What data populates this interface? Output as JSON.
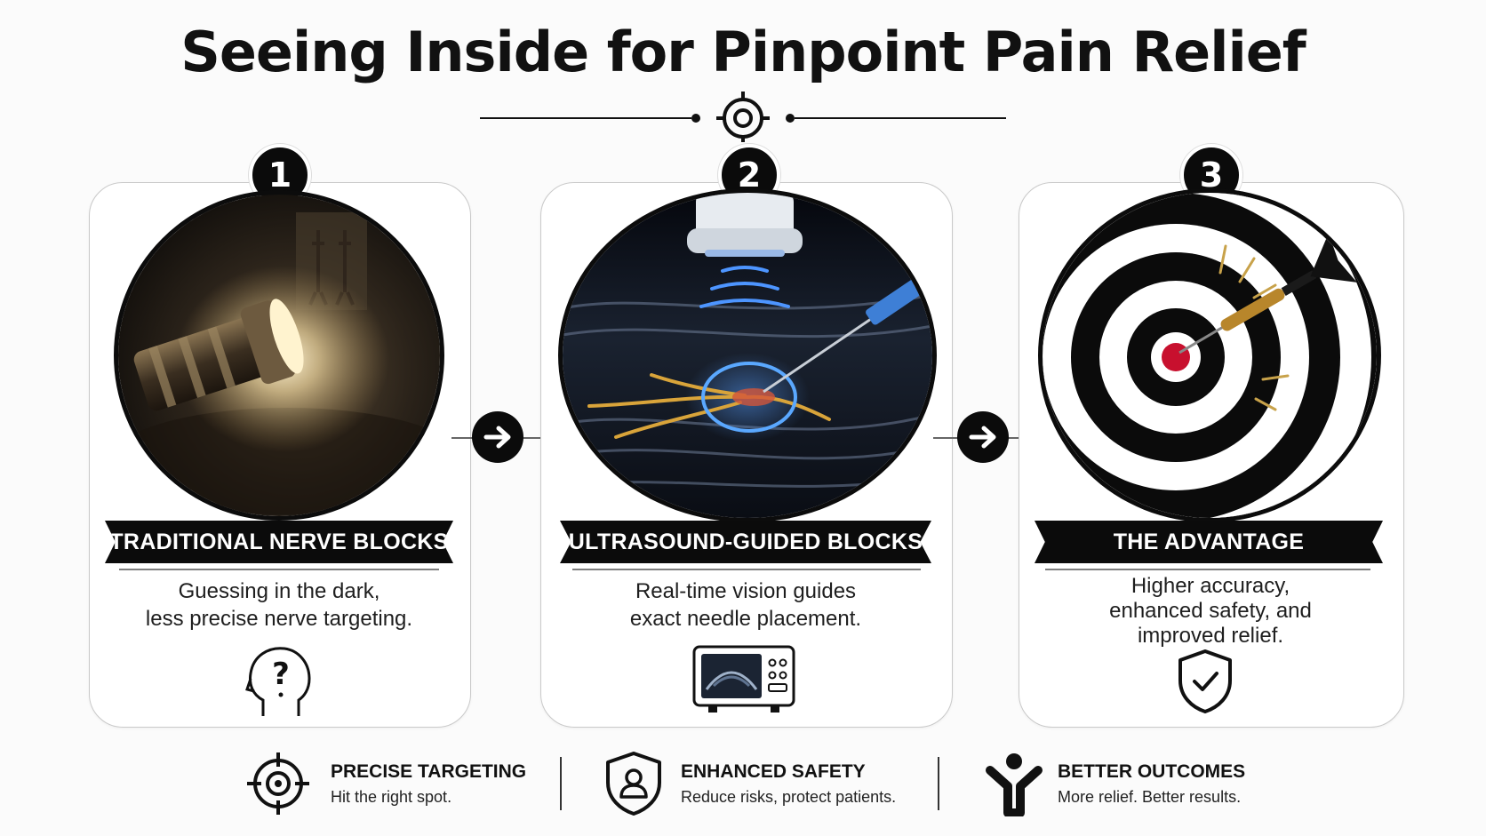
{
  "title": "Seeing Inside for Pinpoint Pain Relief",
  "icons": {
    "title_ornament": "crosshair-target-icon",
    "step1": "head-question-icon",
    "step2": "ultrasound-monitor-icon",
    "step3": "shield-check-icon",
    "connector": "arrow-right-icon"
  },
  "steps": [
    {
      "number": "1",
      "heading": "TRADITIONAL NERVE BLOCKS",
      "description_lines": [
        "Guessing in the dark,",
        "less precise nerve targeting."
      ],
      "illustration": "flashlight-in-dark-room"
    },
    {
      "number": "2",
      "heading": "ULTRASOUND-GUIDED BLOCKS",
      "description_lines": [
        "Real-time vision guides",
        "exact needle placement."
      ],
      "illustration": "ultrasound-probe-nerve-needle"
    },
    {
      "number": "3",
      "heading": "THE ADVANTAGE",
      "description_lines": [
        "Higher accuracy,",
        "enhanced safety, and",
        "improved relief."
      ],
      "illustration": "dart-bullseye"
    }
  ],
  "features": [
    {
      "title": "PRECISE TARGETING",
      "subtitle": "Hit the right spot.",
      "icon": "crosshair-icon"
    },
    {
      "title": "ENHANCED SAFETY",
      "subtitle": "Reduce risks, protect patients.",
      "icon": "shield-person-icon"
    },
    {
      "title": "BETTER OUTCOMES",
      "subtitle": "More relief. Better results.",
      "icon": "person-arms-up-icon"
    }
  ],
  "colors": {
    "primary": "#0b0b0b",
    "background": "#fbfbfb",
    "ultrasound_blue": "#3f8cff",
    "nerve_gold": "#d9a43a",
    "bullseye_red": "#c8102e"
  }
}
